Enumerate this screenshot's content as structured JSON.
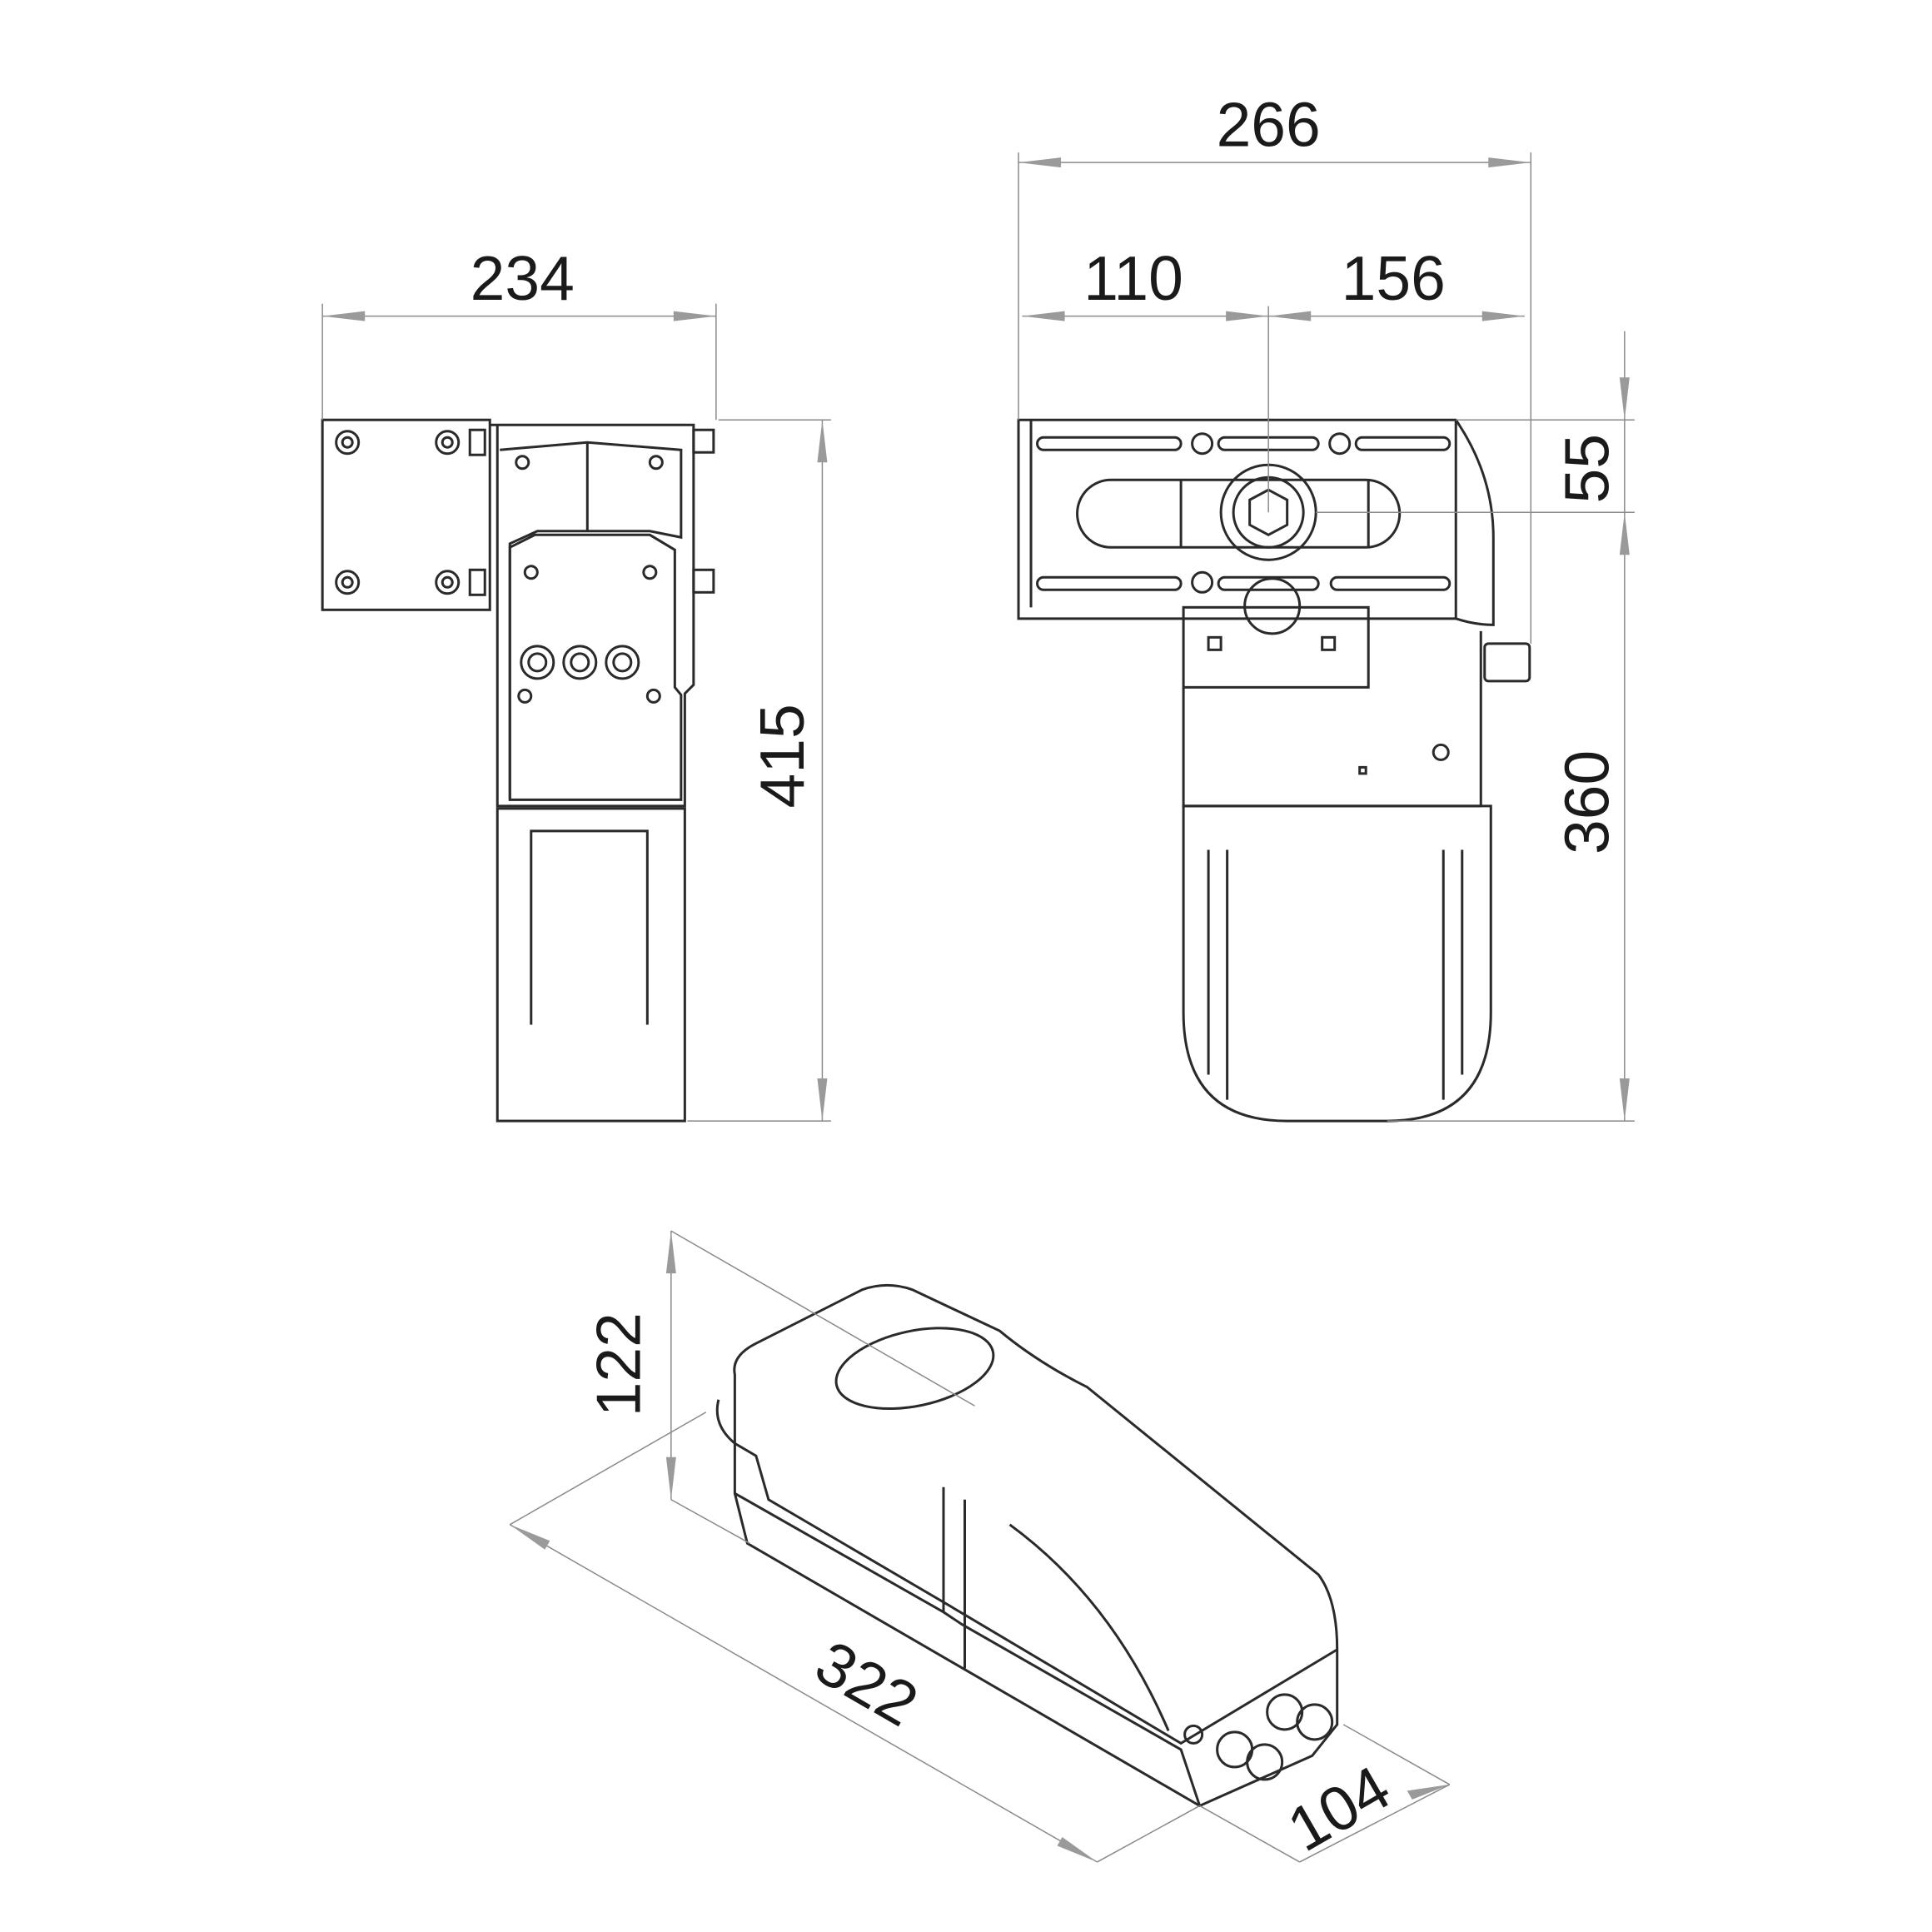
{
  "drawing": {
    "units": "mm",
    "side_view": {
      "width_label": "234",
      "height_label": "415"
    },
    "front_view": {
      "total_width_label": "266",
      "left_offset_label": "110",
      "right_offset_label": "156",
      "top_offset_label": "55",
      "height_label": "360"
    },
    "iso_view": {
      "height_label": "122",
      "length_label": "322",
      "depth_label": "104"
    },
    "colors": {
      "line": "#2a2a2a",
      "dimension": "#8a8a8a",
      "background": "#ffffff"
    }
  }
}
